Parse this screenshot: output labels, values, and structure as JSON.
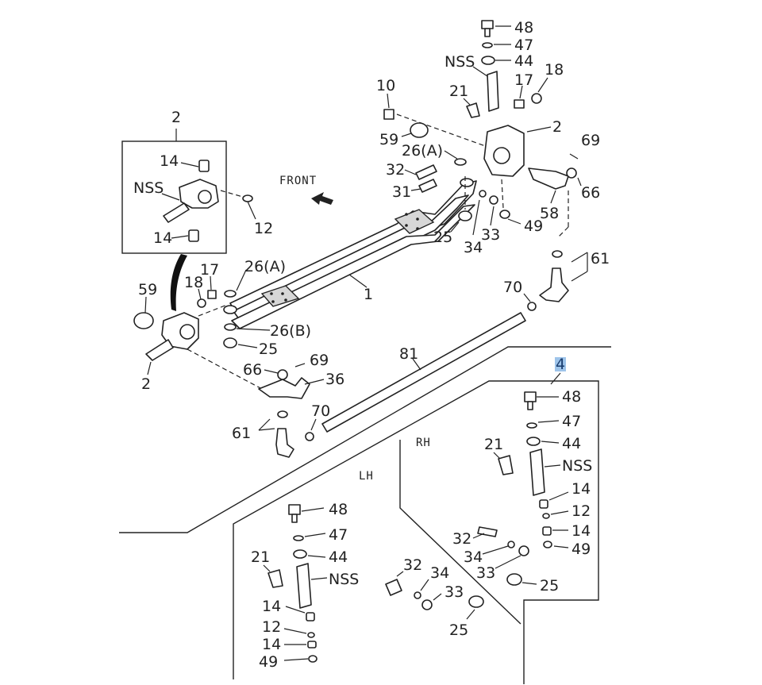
{
  "diagram": {
    "front_label": "FRONT",
    "lh_label": "LH",
    "rh_label": "RH",
    "highlight_color": "#9ec4ea",
    "callouts": {
      "beam_1": "1",
      "knuckle_box_2": "2",
      "knuckle_left_2": "2",
      "knuckle_right_2": "2",
      "kit_4": "4",
      "bolt_10": "10",
      "oring_12": "12",
      "bush_top_14": "14",
      "bush_bot_14": "14",
      "pin_nss_box": "NSS",
      "nss_top": "NSS",
      "nut_17_left": "17",
      "nut_17_right": "17",
      "nut_18_left": "18",
      "nut_18_right": "18",
      "nipple_21": "21",
      "shim_25_left": "25",
      "shim_25_right": "25",
      "washer_26a_left": "26(A)",
      "washer_26b_left": "26(B)",
      "washer_26a_right": "26(A)",
      "nipple_31": "31",
      "pin_32": "32",
      "nut_33": "33",
      "washer_34": "34",
      "arm_36": "36",
      "bolt_48_top": "48",
      "washer_47_top": "47",
      "nut_44_top": "44",
      "nut_49_top": "49",
      "arm_58": "58",
      "cap_59_left": "59",
      "cap_59_right": "59",
      "end_61_left": "61",
      "end_61_right": "61",
      "nut_66_left": "66",
      "nut_66_right": "66",
      "pin_69_left": "69",
      "pin_69_right": "69",
      "nut_70_left": "70",
      "nut_70_right": "70",
      "rod_81": "81"
    },
    "rh_kit": [
      "48",
      "47",
      "44",
      "21",
      "NSS",
      "14",
      "12",
      "14",
      "49",
      "32",
      "34",
      "33",
      "25"
    ],
    "lh_kit": [
      "48",
      "47",
      "44",
      "21",
      "NSS",
      "14",
      "12",
      "14",
      "49",
      "32",
      "34",
      "33",
      "25"
    ]
  }
}
